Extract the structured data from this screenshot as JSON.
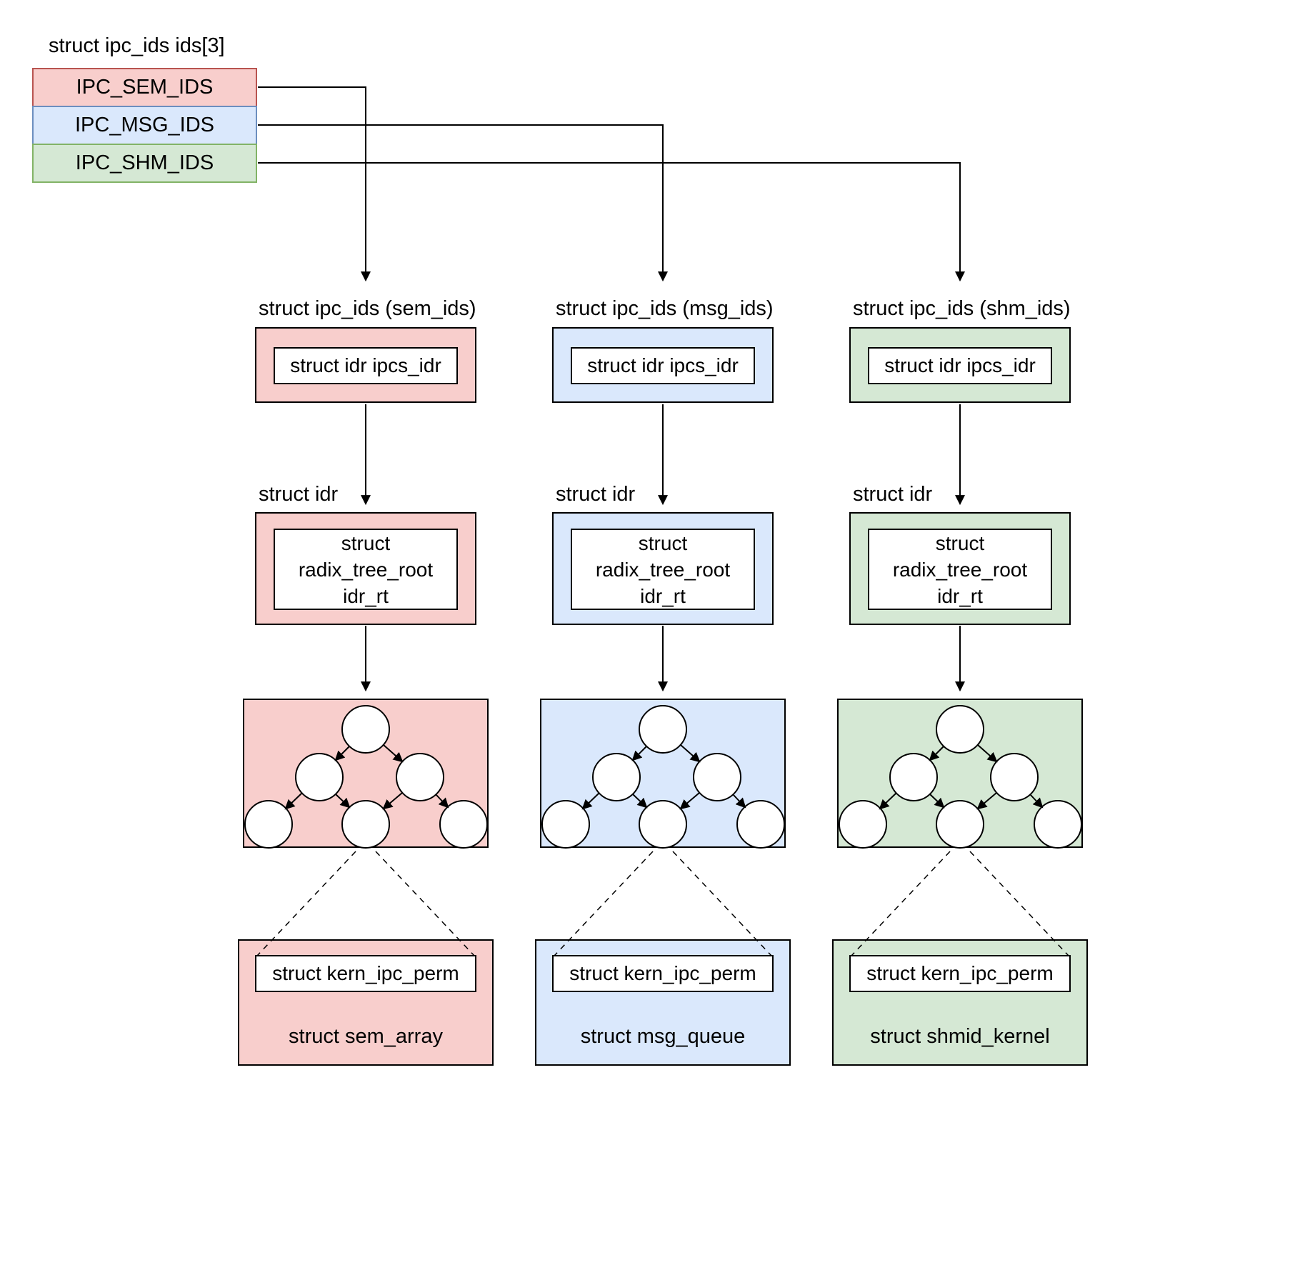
{
  "title": "struct ipc_ids ids[3]",
  "palette": {
    "sem_fill": "#f8cecc",
    "sem_border": "#b85450",
    "msg_fill": "#dae8fc",
    "msg_border": "#6c8ebf",
    "shm_fill": "#d5e8d4",
    "shm_border": "#82b366",
    "line_color": "#000000",
    "node_fill": "#ffffff"
  },
  "ids_array": {
    "label": "struct ipc_ids ids[3]",
    "items": [
      {
        "key": "sem",
        "label": "IPC_SEM_IDS"
      },
      {
        "key": "msg",
        "label": "IPC_MSG_IDS"
      },
      {
        "key": "shm",
        "label": "IPC_SHM_IDS"
      }
    ]
  },
  "columns": [
    {
      "key": "sem",
      "ipc_ids_label": "struct ipc_ids (sem_ids)",
      "ipcs_idr": "struct idr ipcs_idr",
      "idr_label": "struct idr",
      "radix_tree_root": {
        "line1": "struct",
        "line2": "radix_tree_root",
        "line3": "idr_rt"
      },
      "kern_ipc_perm": "struct kern_ipc_perm",
      "struct_label": "struct sem_array"
    },
    {
      "key": "msg",
      "ipc_ids_label": "struct ipc_ids (msg_ids)",
      "ipcs_idr": "struct idr ipcs_idr",
      "idr_label": "struct idr",
      "radix_tree_root": {
        "line1": "struct",
        "line2": "radix_tree_root",
        "line3": "idr_rt"
      },
      "kern_ipc_perm": "struct kern_ipc_perm",
      "struct_label": "struct msg_queue"
    },
    {
      "key": "shm",
      "ipc_ids_label": "struct ipc_ids (shm_ids)",
      "ipcs_idr": "struct idr ipcs_idr",
      "idr_label": "struct idr",
      "radix_tree_root": {
        "line1": "struct",
        "line2": "radix_tree_root",
        "line3": "idr_rt"
      },
      "kern_ipc_perm": "struct kern_ipc_perm",
      "struct_label": "struct shmid_kernel"
    }
  ]
}
